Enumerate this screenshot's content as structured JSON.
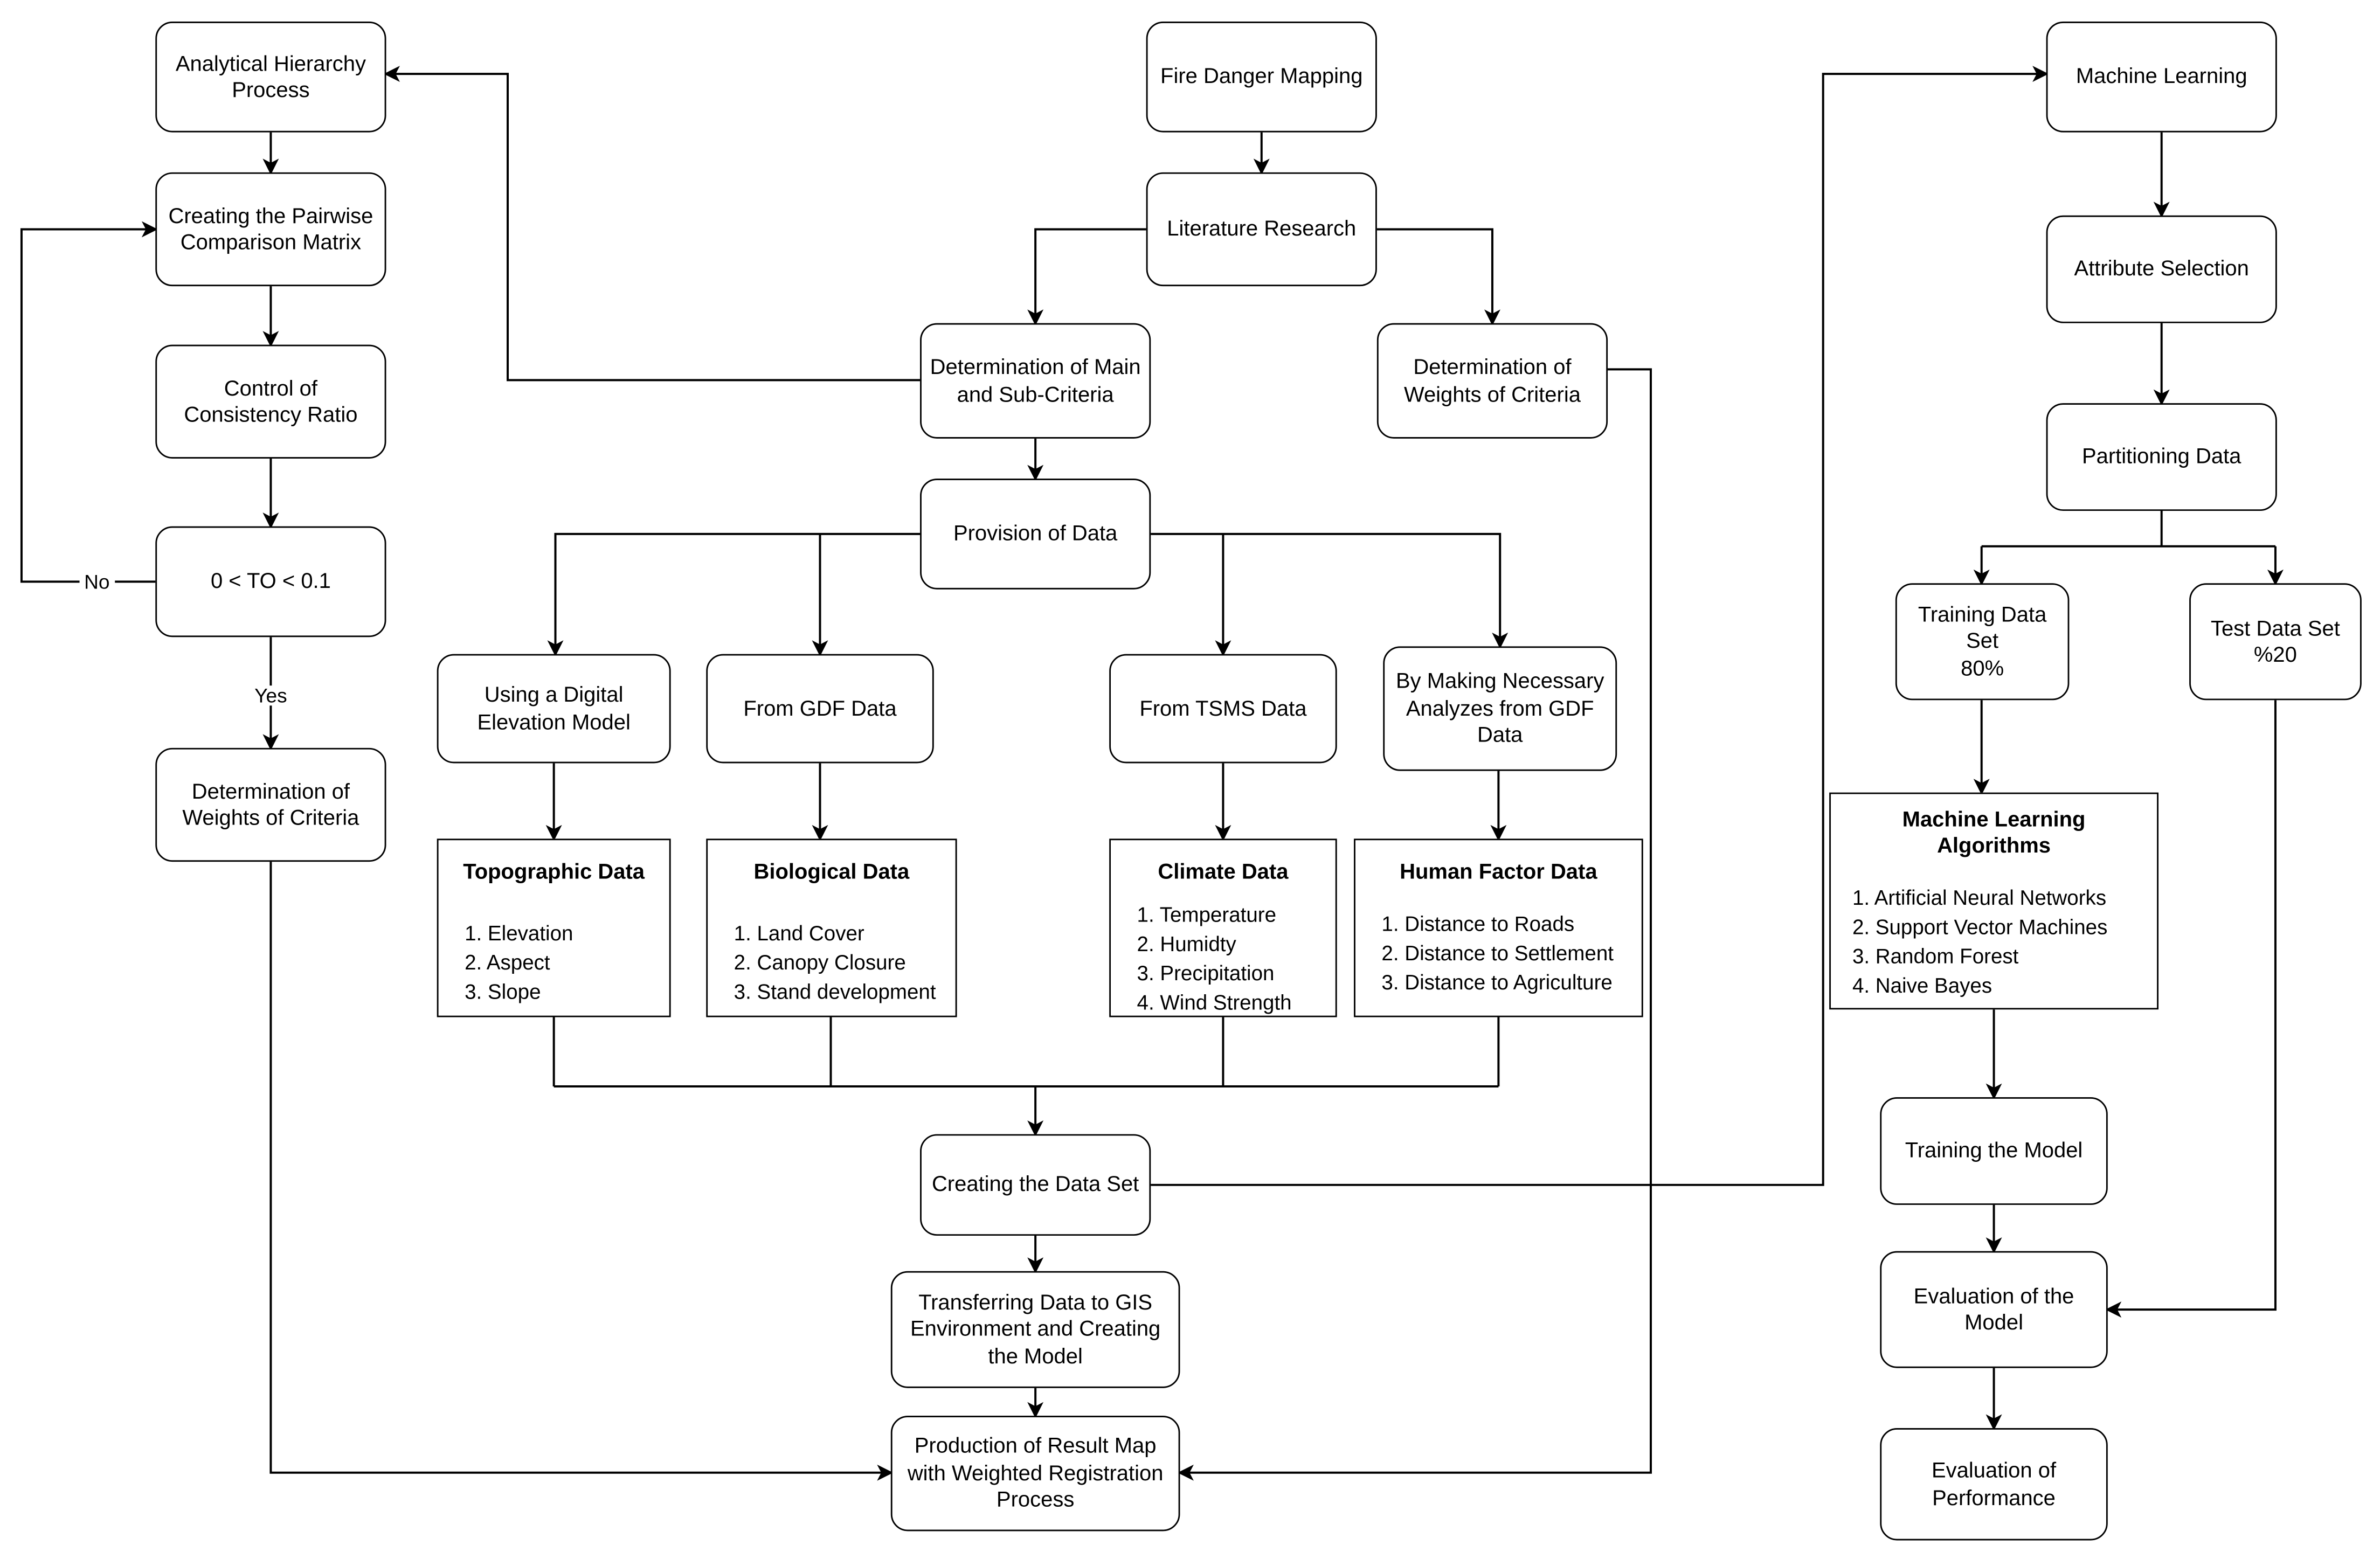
{
  "colors": {
    "background": "#ffffff",
    "stroke": "#000000",
    "text": "#000000"
  },
  "nodes": {
    "ahp": "Analytical Hierarchy\nProcess",
    "pairwise": "Creating the Pairwise\nComparison Matrix",
    "consistency": "Control of\nConsistency Ratio",
    "to_condition": "0 < TO < 0.1",
    "weights_left": "Determination of\nWeights of Criteria",
    "fire": "Fire Danger Mapping",
    "literature": "Literature Research",
    "main_sub": "Determination of Main\nand Sub-Criteria",
    "weights_center": "Determination of\nWeights of Criteria",
    "provision": "Provision of Data",
    "dem": "Using a Digital\nElevation Model",
    "from_gdf": "From GDF Data",
    "from_tsms": "From TSMS Data",
    "gdf_analyzes": "By Making Necessary\nAnalyzes from GDF\nData",
    "creating_dataset": "Creating the Data Set",
    "transferring_gis": "Transferring Data to GIS\nEnvironment and Creating\nthe Model",
    "production_result": "Production of Result Map\nwith Weighted Registration\nProcess",
    "machine_learning": "Machine Learning",
    "attribute_selection": "Attribute Selection",
    "partitioning_data": "Partitioning Data",
    "training_set": "Training Data\nSet\n80%",
    "test_set": "Test Data Set\n%20",
    "training_model": "Training the Model",
    "evaluation_model": "Evaluation of the\nModel",
    "evaluation_performance": "Evaluation of\nPerformance"
  },
  "groups": {
    "topographic": {
      "title": "Topographic Data",
      "items": [
        "1. Elevation",
        "2. Aspect",
        "3. Slope"
      ]
    },
    "biological": {
      "title": "Biological Data",
      "items": [
        "1. Land Cover",
        "2. Canopy Closure",
        "3. Stand development"
      ]
    },
    "climate": {
      "title": "Climate Data",
      "items": [
        "1. Temperature",
        "2. Humidty",
        "3. Precipitation",
        "4. Wind Strength"
      ]
    },
    "human": {
      "title": "Human Factor Data",
      "items": [
        "1. Distance to Roads",
        "2. Distance to Settlement",
        "3. Distance to Agriculture"
      ]
    },
    "algorithms": {
      "title": "Machine Learning\nAlgorithms",
      "items": [
        "1. Artificial Neural Networks",
        "2. Support Vector Machines",
        "3. Random Forest",
        "4. Naive Bayes"
      ]
    }
  },
  "edge_labels": {
    "no": "No",
    "yes": "Yes"
  }
}
